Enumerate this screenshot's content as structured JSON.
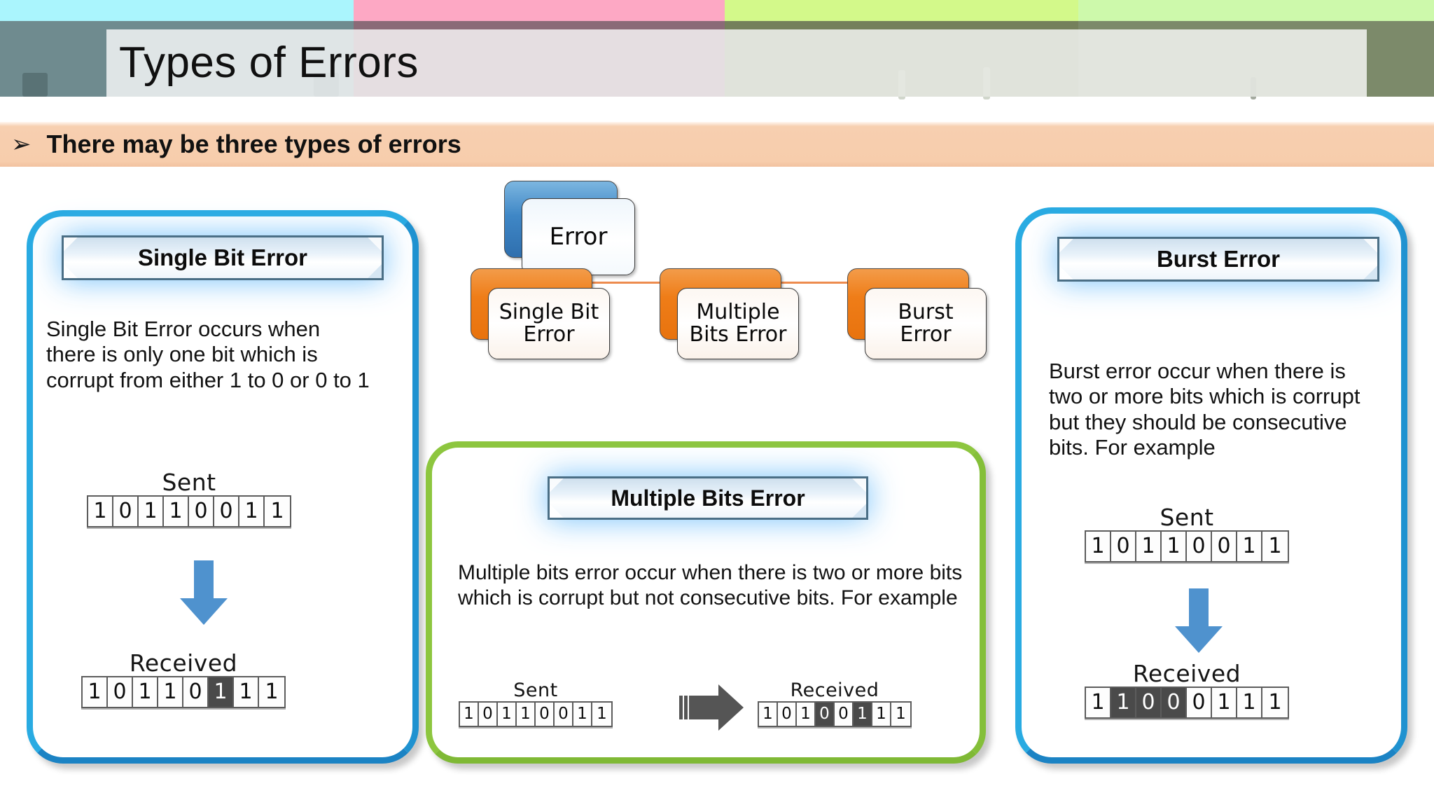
{
  "header": {
    "title": "Types of Errors",
    "stripe_colors": [
      "#aaf5fd",
      "#fda8c4",
      "#d3f98a",
      "#cdf9ab"
    ],
    "band_colors": [
      "#6f8b8f",
      "#8a6a77",
      "#74805b",
      "#7c8a6a"
    ]
  },
  "bullet": {
    "marker": "➢",
    "text": "There may be three types of errors",
    "band_color": "#f7cdac"
  },
  "tree": {
    "root": {
      "label": "Error",
      "color": "#3f87c6"
    },
    "children": [
      {
        "label": "Single Bit\nError",
        "line1": "Single Bit",
        "line2": "Error",
        "color": "#ef7d18"
      },
      {
        "label": "Multiple\nBits Error",
        "line1": "Multiple",
        "line2": "Bits Error",
        "color": "#ef7d18"
      },
      {
        "label": "Burst\nError",
        "line1": "Burst",
        "line2": "Error",
        "color": "#ef7d18"
      }
    ],
    "connector_color": "#ed8b4e"
  },
  "panels": {
    "single_bit": {
      "title": "Single Bit Error",
      "border_color": "#29abe2",
      "body": "Single Bit Error occurs when there is only one bit which is corrupt from either 1 to 0 or 0 to 1",
      "sent_caption": "Sent",
      "received_caption": "Received",
      "sent_bits": [
        "1",
        "0",
        "1",
        "1",
        "0",
        "0",
        "1",
        "1"
      ],
      "received_bits": [
        "1",
        "0",
        "1",
        "1",
        "0",
        "1",
        "1",
        "1"
      ],
      "error_indexes": [
        5
      ],
      "arrow": "down-arrow-blue"
    },
    "multiple_bits": {
      "title": "Multiple Bits Error",
      "border_color": "#8dc63f",
      "body": "Multiple bits error occur when there is two or more bits which is corrupt but not consecutive bits. For example",
      "sent_caption": "Sent",
      "received_caption": "Received",
      "sent_bits": [
        "1",
        "0",
        "1",
        "1",
        "0",
        "0",
        "1",
        "1"
      ],
      "received_bits": [
        "1",
        "0",
        "1",
        "0",
        "0",
        "1",
        "1",
        "1"
      ],
      "error_indexes": [
        3,
        5
      ],
      "arrow": "right-arrow-gray"
    },
    "burst": {
      "title": "Burst Error",
      "border_color": "#29abe2",
      "body": "Burst error occur when there is two or more bits which is corrupt but they should be consecutive bits. For example",
      "sent_caption": "Sent",
      "received_caption": "Received",
      "sent_bits": [
        "1",
        "0",
        "1",
        "1",
        "0",
        "0",
        "1",
        "1"
      ],
      "received_bits": [
        "1",
        "1",
        "0",
        "0",
        "0",
        "1",
        "1",
        "1"
      ],
      "error_indexes": [
        1,
        2,
        3
      ],
      "arrow": "down-arrow-blue"
    }
  },
  "colors": {
    "bit_error_fill": "#4a4a4a",
    "arrow_blue": "#4f92ce",
    "arrow_gray": "#555555"
  }
}
